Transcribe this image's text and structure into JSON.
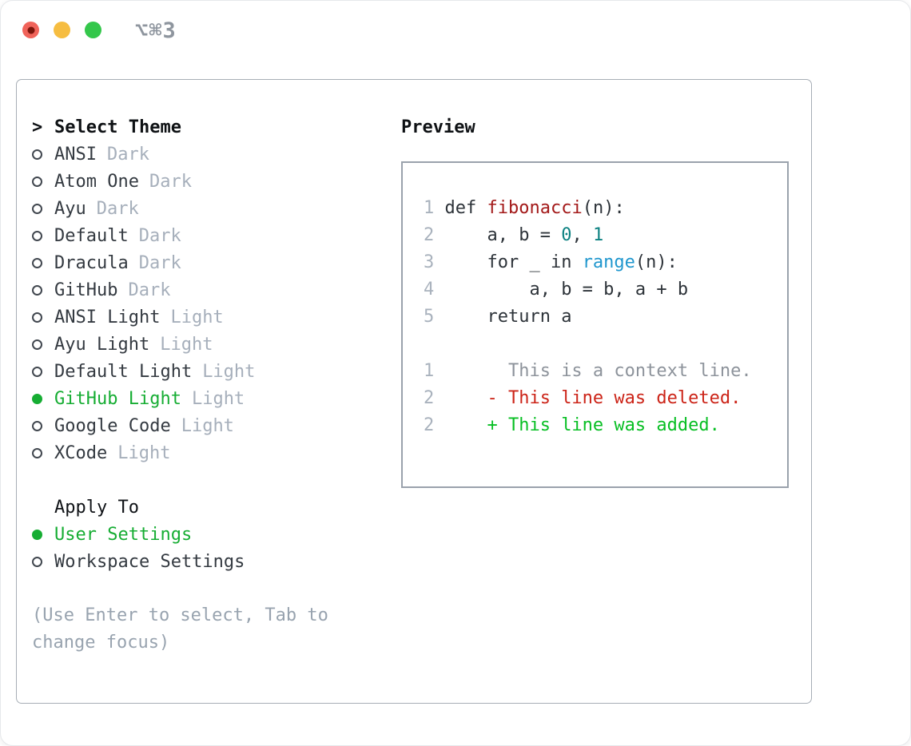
{
  "titlebar": {
    "title": "⌥⌘3",
    "traffic_lights": [
      {
        "name": "close",
        "color": "#f0635a",
        "dot": "#7c150b"
      },
      {
        "name": "minimize",
        "color": "#f6bd41",
        "dot": null
      },
      {
        "name": "zoom",
        "color": "#34c74b",
        "dot": null
      }
    ]
  },
  "theme_picker": {
    "header_prefix": ">",
    "header": "Select Theme",
    "items": [
      {
        "label": "ANSI",
        "tag": "Dark",
        "selected": false
      },
      {
        "label": "Atom One",
        "tag": "Dark",
        "selected": false
      },
      {
        "label": "Ayu",
        "tag": "Dark",
        "selected": false
      },
      {
        "label": "Default",
        "tag": "Dark",
        "selected": false
      },
      {
        "label": "Dracula",
        "tag": "Dark",
        "selected": false
      },
      {
        "label": "GitHub",
        "tag": "Dark",
        "selected": false
      },
      {
        "label": "ANSI Light",
        "tag": "Light",
        "selected": false
      },
      {
        "label": "Ayu Light",
        "tag": "Light",
        "selected": false
      },
      {
        "label": "Default Light",
        "tag": "Light",
        "selected": false
      },
      {
        "label": "GitHub Light",
        "tag": "Light",
        "selected": true
      },
      {
        "label": "Google Code",
        "tag": "Light",
        "selected": false
      },
      {
        "label": "XCode",
        "tag": "Light",
        "selected": false
      }
    ],
    "apply_to": {
      "header": "Apply To",
      "options": [
        {
          "label": "User Settings",
          "selected": true
        },
        {
          "label": "Workspace Settings",
          "selected": false
        }
      ]
    },
    "hint_lines": [
      "(Use Enter to select, Tab to",
      "change focus)"
    ]
  },
  "preview": {
    "header": "Preview",
    "lines": [
      {
        "segments": [
          [
            "ln",
            "1"
          ],
          [
            "pl",
            " def "
          ],
          [
            "fn",
            "fibonacci"
          ],
          [
            "pl",
            "(n):"
          ]
        ]
      },
      {
        "segments": [
          [
            "ln",
            "2"
          ],
          [
            "pl",
            "     a, b = "
          ],
          [
            "nm",
            "0"
          ],
          [
            "pl",
            ", "
          ],
          [
            "nm",
            "1"
          ]
        ]
      },
      {
        "segments": [
          [
            "ln",
            "3"
          ],
          [
            "pl",
            "     for _ in "
          ],
          [
            "bi",
            "range"
          ],
          [
            "pl",
            "(n):"
          ]
        ]
      },
      {
        "segments": [
          [
            "ln",
            "4"
          ],
          [
            "pl",
            "         a, b = b, a + b"
          ]
        ]
      },
      {
        "segments": [
          [
            "ln",
            "5"
          ],
          [
            "pl",
            "     return a"
          ]
        ]
      },
      {
        "segments": []
      },
      {
        "segments": [
          [
            "ln",
            "1"
          ],
          [
            "ctx",
            "       This is a context line."
          ]
        ]
      },
      {
        "segments": [
          [
            "ln",
            "2"
          ],
          [
            "del",
            "     - This line was deleted."
          ]
        ]
      },
      {
        "segments": [
          [
            "ln",
            "2"
          ],
          [
            "add",
            "     + This line was added."
          ]
        ]
      }
    ]
  },
  "colors": {
    "title-text": "#8e959e",
    "panel-border": "#a7aeb6",
    "preview-border": "#9aa2ac",
    "header-text": "#0e1114",
    "item-text": "#343a41",
    "tag-text": "#a6afbb",
    "hint-text": "#98a3af",
    "bullet-ring": "#41474f",
    "selected-green": "#16ad33",
    "line-number": "#a9b2bd",
    "code-plain": "#2d3339",
    "code-function": "#a31919",
    "code-number": "#0c8181",
    "code-builtin": "#2097ce",
    "diff-context": "#8d939b",
    "diff-deleted": "#cc2418",
    "diff-added": "#08bf24"
  }
}
